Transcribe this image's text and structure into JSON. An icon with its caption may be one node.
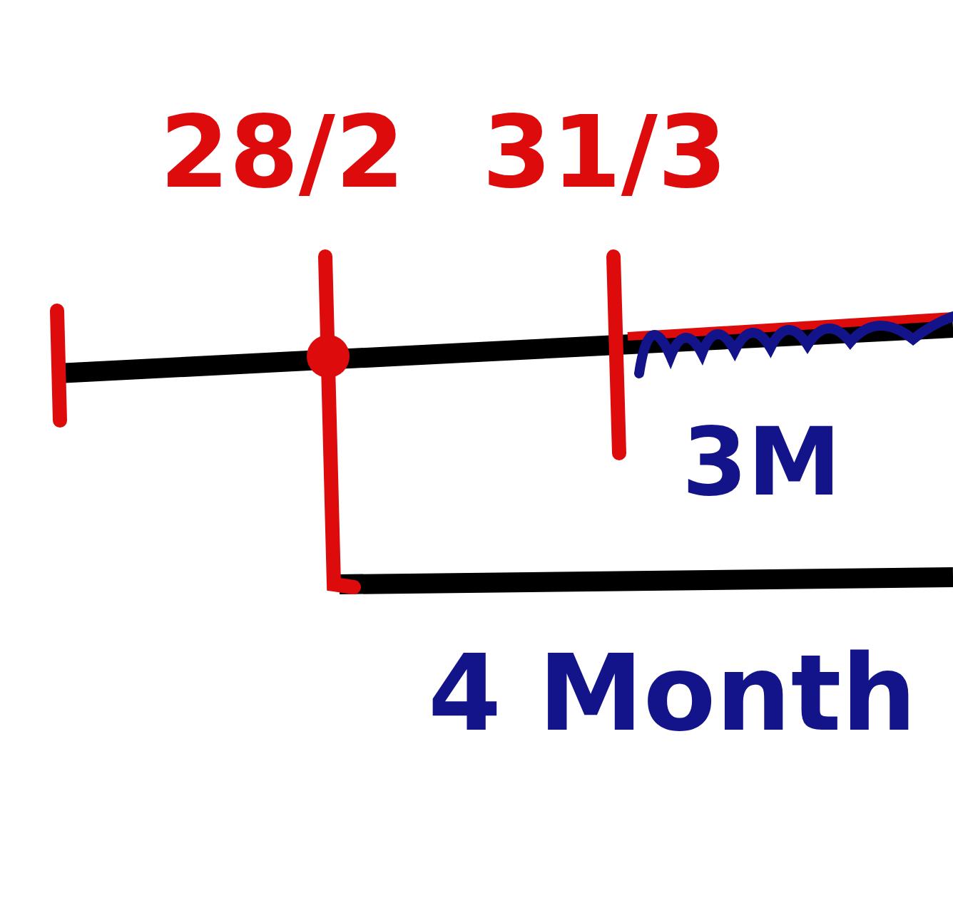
{
  "diagram": {
    "labels": [
      "28/2",
      "31/3",
      "3M",
      "4 Month"
    ]
  }
}
